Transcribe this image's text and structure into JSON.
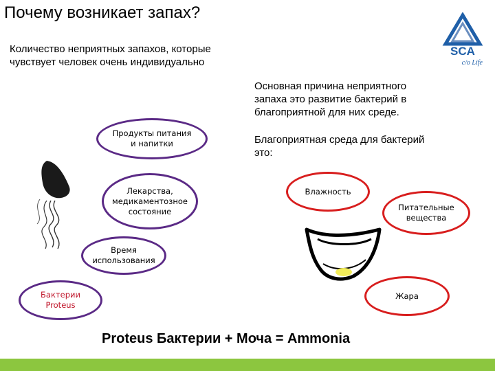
{
  "title": "Почему возникает запах?",
  "intro": {
    "line1": "Количество неприятных запахов, которые",
    "line2": "чувствует человек очень индивидуально"
  },
  "cause": {
    "line1": "Основная причина неприятного",
    "line2": "запаха это развитие бактерий в",
    "line3": "благоприятной для них среде."
  },
  "environment": {
    "line1": "Благоприятная среда для бактерий",
    "line2": "это:"
  },
  "left_factors": {
    "food": {
      "line1": "Продукты питания",
      "line2": "и напитки"
    },
    "meds": {
      "line1": "Лекарства,",
      "line2": "медикаментозное",
      "line3": "состояние"
    },
    "time": {
      "line1": "Время",
      "line2": "использования"
    },
    "bacteria": {
      "line1": "Бактерии",
      "line2": "Proteus"
    }
  },
  "right_factors": {
    "moisture": "Влажность",
    "nutrients": {
      "line1": "Питательные",
      "line2": "вещества"
    },
    "heat": "Жара"
  },
  "formula": "Proteus Бактерии + Моча =  Ammonia",
  "logo": {
    "brand": "SCA",
    "tagline": "c/o Life"
  },
  "icons": {
    "logo": "sca-logo-icon",
    "nose": "nose-smell-icon",
    "diaper": "diaper-icon"
  },
  "colors": {
    "oval_purple": "#5b2a86",
    "oval_red": "#d81e1e",
    "bacteria_text": "#c0152a",
    "bottom_bar": "#8cc63f",
    "logo_blue": "#1f5fa8"
  }
}
